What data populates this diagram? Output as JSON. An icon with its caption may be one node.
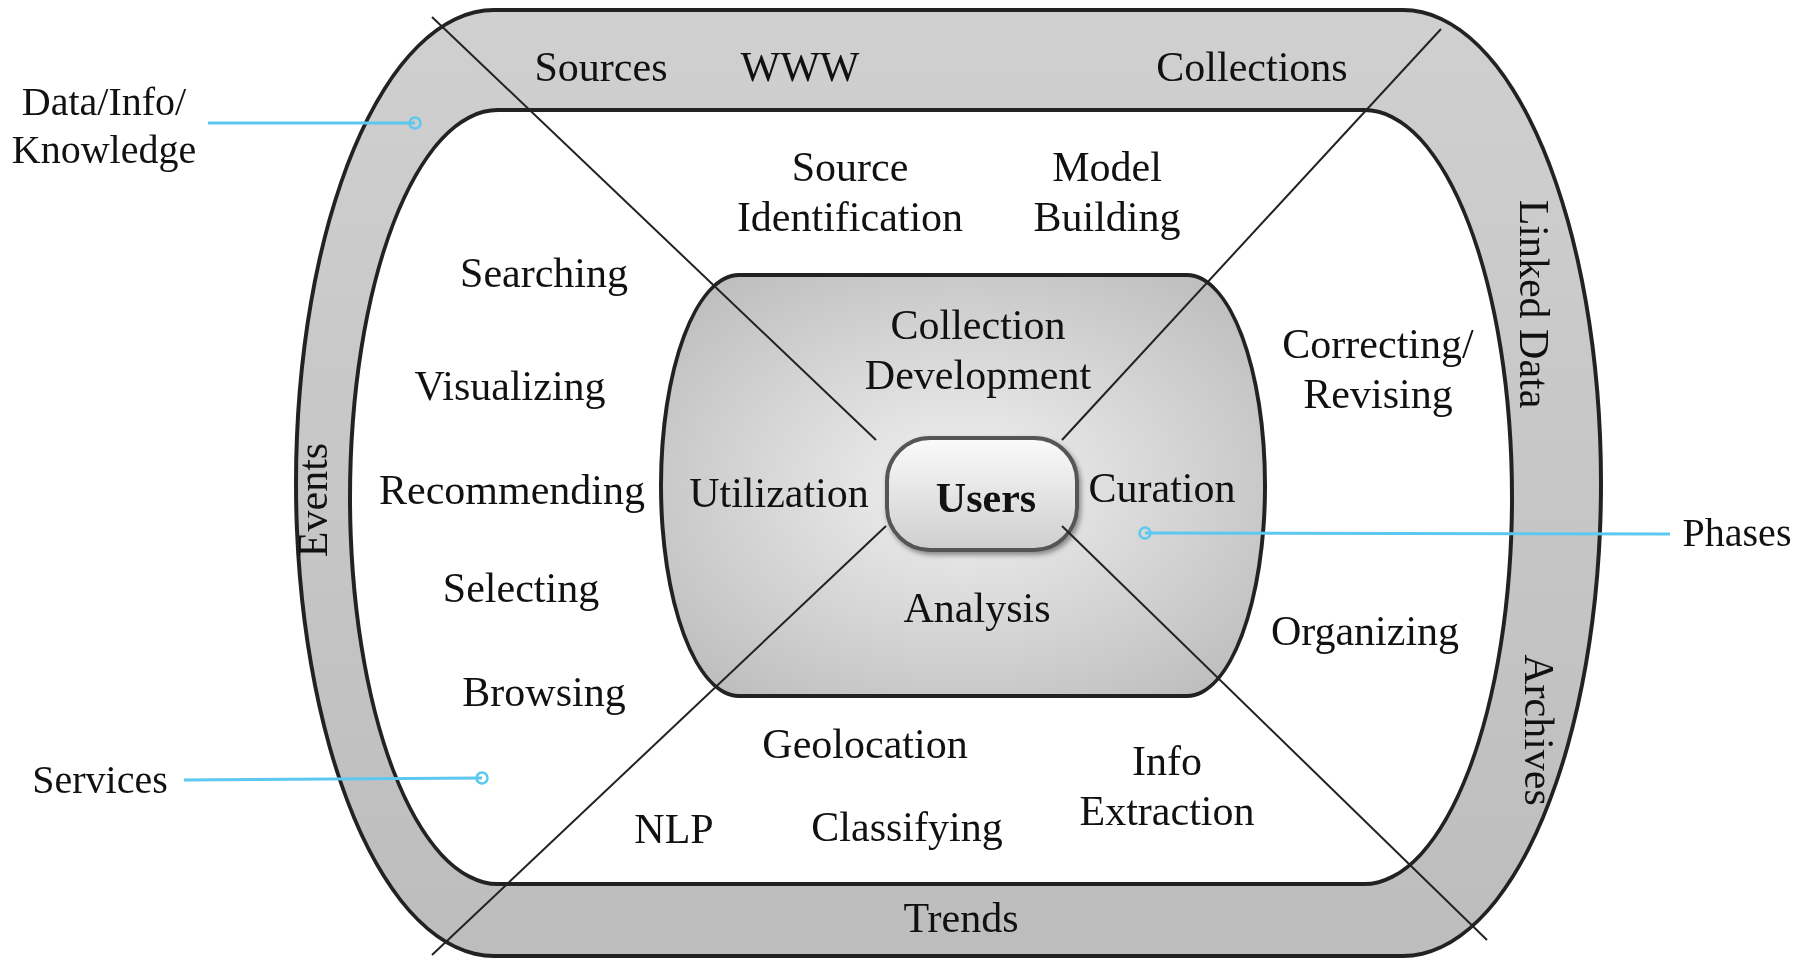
{
  "diagram": {
    "nodes": [
      {
        "text": [
          "Sources",
          "WWW",
          "Collections",
          "Linked Data",
          "Archives",
          "Trends",
          "Events"
        ]
      },
      {
        "text": [
          "Source Identification",
          "Model Building",
          "Searching",
          "Visualizing",
          "Recommending",
          "Selecting",
          "Browsing",
          "Correcting/ Revising",
          "Organizing",
          "Geolocation",
          "Info Extraction",
          "Classifying",
          "NLP"
        ],
        "in": 0
      },
      {
        "text": [
          "Collection Development",
          "Utilization",
          "Curation",
          "Analysis"
        ],
        "in": 1
      },
      {
        "text": [
          "Users"
        ],
        "in": 2
      },
      {
        "text": [
          "Data/Info/ Knowledge"
        ]
      },
      {
        "text": [
          "Services"
        ]
      },
      {
        "text": [
          "Phases"
        ]
      }
    ],
    "edges": [
      {
        "from": 4,
        "to": 0,
        "arrow": "other"
      },
      {
        "from": 5,
        "to": 1,
        "arrow": "other"
      },
      {
        "from": 6,
        "to": 2,
        "arrow": "other"
      }
    ]
  }
}
